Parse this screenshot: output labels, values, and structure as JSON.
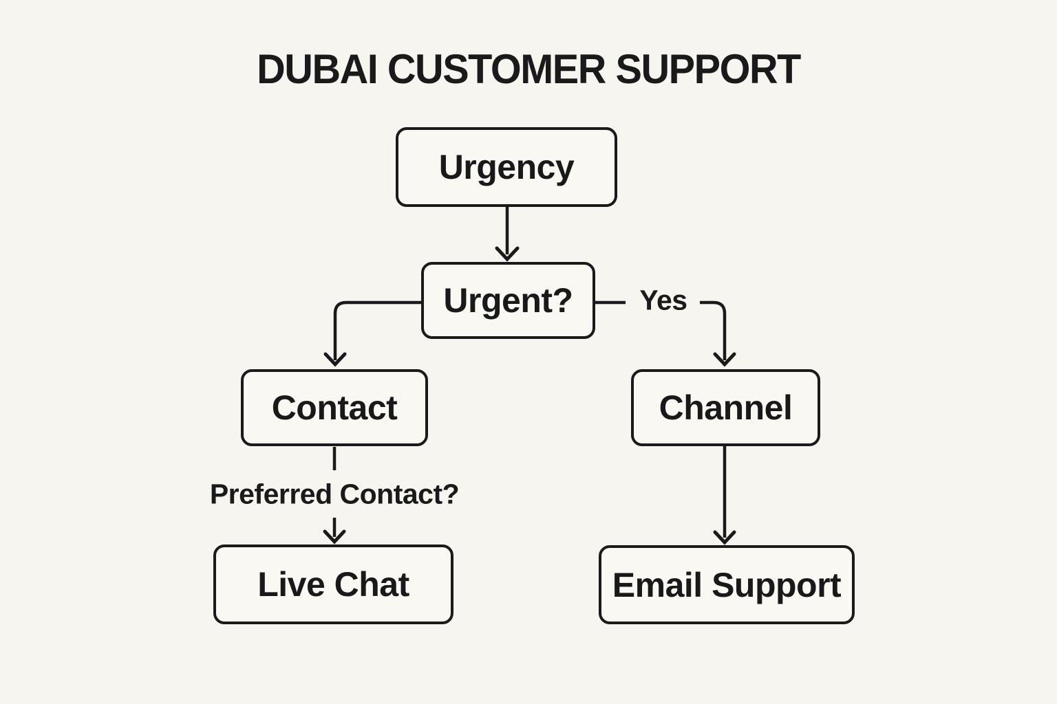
{
  "title": "DUBAI CUSTOMER SUPPORT",
  "colors": {
    "background": "#f7f5f0",
    "node_fill": "#faf8f3",
    "ink": "#1a1a1a"
  },
  "nodes": [
    {
      "id": "urgency",
      "label": "Urgency"
    },
    {
      "id": "urgent",
      "label": "Urgent?"
    },
    {
      "id": "contact",
      "label": "Contact"
    },
    {
      "id": "channel",
      "label": "Channel"
    },
    {
      "id": "live_chat",
      "label": "Live Chat"
    },
    {
      "id": "email_support",
      "label": "Email Support"
    }
  ],
  "edges": [
    {
      "from": "urgency",
      "to": "urgent",
      "label": ""
    },
    {
      "from": "urgent",
      "to": "contact",
      "label": ""
    },
    {
      "from": "urgent",
      "to": "channel",
      "label": "Yes"
    },
    {
      "from": "contact",
      "to": "live_chat",
      "label": "Preferred Contact?"
    },
    {
      "from": "channel",
      "to": "email_support",
      "label": ""
    }
  ]
}
